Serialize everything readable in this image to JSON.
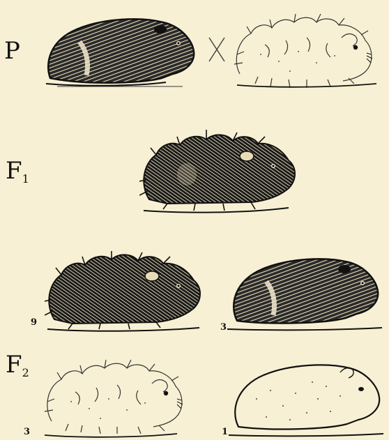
{
  "generations": {
    "p": {
      "label": "P"
    },
    "f1": {
      "label": "F",
      "sub": "1"
    },
    "f2": {
      "label": "F",
      "sub": "2"
    }
  },
  "cross_symbol": "X",
  "ratios": {
    "rough_dark": "9",
    "smooth_dark": "3",
    "rough_white": "3",
    "smooth_white": "1"
  },
  "colors": {
    "background": "#f8f0d4",
    "ink": "#111111"
  }
}
